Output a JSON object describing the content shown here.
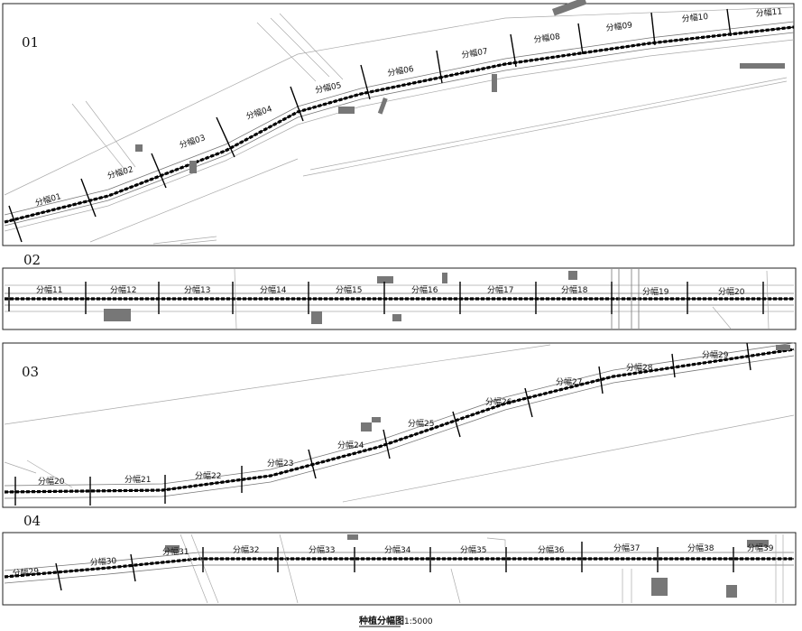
{
  "drawing": {
    "title": "种植分幅图",
    "scale": "1:5000"
  },
  "sections": [
    {
      "id": "01",
      "segments": [
        "分幅01",
        "分幅02",
        "分幅03",
        "分幅04",
        "分幅05",
        "分幅06",
        "分幅07",
        "分幅08",
        "分幅09",
        "分幅10",
        "分幅11"
      ]
    },
    {
      "id": "02",
      "segments": [
        "分幅11",
        "分幅12",
        "分幅13",
        "分幅14",
        "分幅15",
        "分幅16",
        "分幅17",
        "分幅18",
        "分幅19",
        "分幅20"
      ]
    },
    {
      "id": "03",
      "segments": [
        "分幅20",
        "分幅21",
        "分幅22",
        "分幅23",
        "分幅24",
        "分幅25",
        "分幅26",
        "分幅27",
        "分幅28",
        "分幅29"
      ]
    },
    {
      "id": "04",
      "segments": [
        "分幅29",
        "分幅30",
        "分幅31",
        "分幅32",
        "分幅33",
        "分幅34",
        "分幅35",
        "分幅36",
        "分幅37",
        "分幅38",
        "分幅39"
      ]
    }
  ]
}
